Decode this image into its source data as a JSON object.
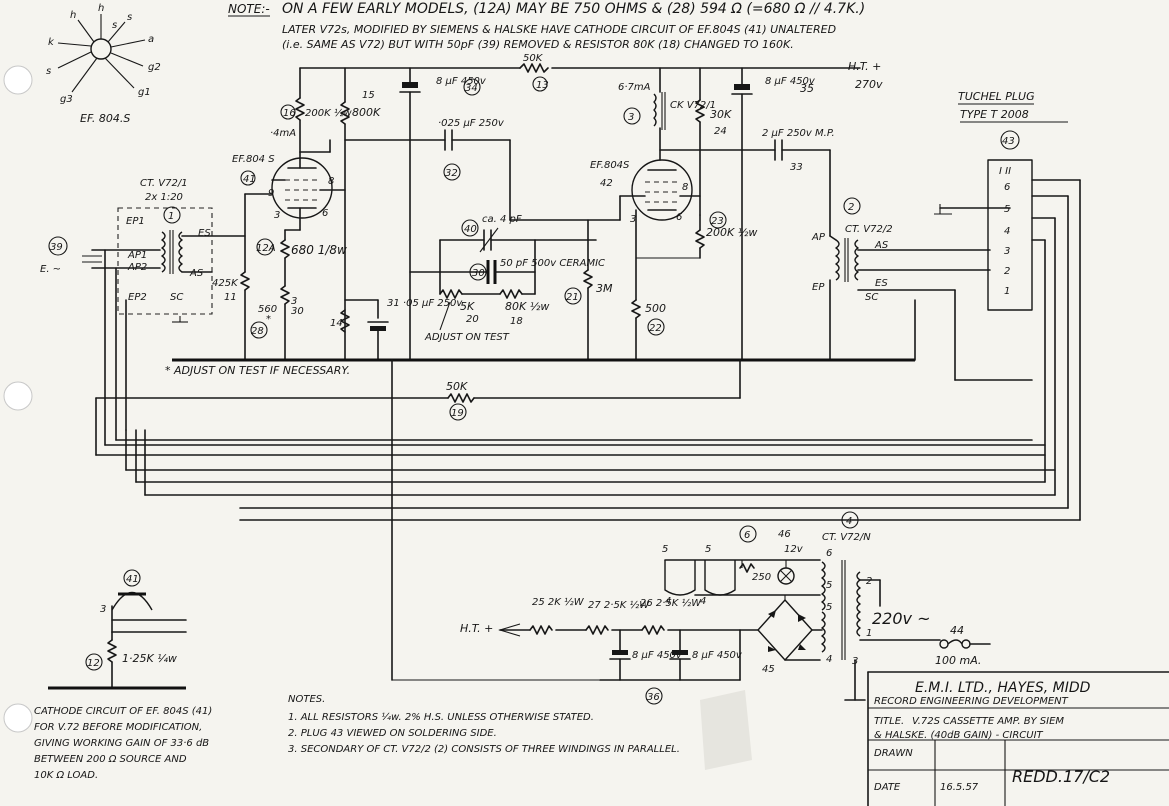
{
  "note_top": {
    "label": "NOTE:-",
    "line1": "ON A FEW EARLY MODELS, (12A) MAY BE 750 OHMS & (28) 594 Ω (=680 Ω // 4.7K.)",
    "line2": "LATER V72s, MODIFIED BY SIEMENS & HALSKE HAVE CATHODE CIRCUIT OF EF.804S (41) UNALTERED",
    "line3": "(i.e. SAME AS V72) BUT WITH 50pF (39) REMOVED & RESISTOR 80K (18) CHANGED TO 160K."
  },
  "pinout": {
    "caption": "EF. 804.S",
    "pins": [
      "h",
      "h",
      "k",
      "s",
      "a",
      "g2",
      "g3",
      "g1",
      "s",
      "s"
    ]
  },
  "supply_label": "H.T. +",
  "supply_voltage": "270v",
  "plug": {
    "title_1": "TUCHEL PLUG",
    "title_2": "TYPE T 2008",
    "ref": "43",
    "cols": "I  II",
    "pins": [
      "6",
      "5",
      "4",
      "3",
      "2",
      "1"
    ]
  },
  "components": {
    "c34": "8 μF 450v",
    "n34": "34",
    "r13": "50K",
    "n13": "13",
    "r16": "200K ½w",
    "n16": "16",
    "r15": "800K",
    "n15": "15",
    "current_v1": "·4mA",
    "c32": "·025 μF 250v",
    "n32": "32",
    "current_v2": "6·7mA",
    "l3_label": "CK V72/1",
    "n3": "3",
    "r24": "30K",
    "n24": "24",
    "c35": "8 μF 450v",
    "n35": "35",
    "c33": "2 μF 250v M.P.",
    "n33": "33",
    "tube1": "EF.804 S",
    "n41": "41",
    "tube2": "EF.804S",
    "n42": "42",
    "t1_label": "CT. V72/1",
    "t1_ratio": "2x 1:20",
    "n1": "1",
    "t1_pins": [
      "EP1",
      "AP1",
      "AP2",
      "EP2",
      "ES",
      "AS",
      "SC"
    ],
    "r12a": "680 1/8w",
    "n12a": "12A",
    "r425": "425K",
    "n11": "11",
    "r28": "560",
    "n28": "28",
    "r_three": "3",
    "r_three_sub": "30",
    "c31": "31 ·05 μF 250v",
    "n14": "14",
    "c40": "ca. 4 pF",
    "n40": "40",
    "c39": "50 pF 500v CERAMIC",
    "n39": "39",
    "r20": "5K",
    "n20": "20",
    "r18": "80K ½w",
    "n18": "18",
    "adjust": "ADJUST ON TEST",
    "r21": "3M",
    "n21": "21",
    "r23": "200K ½w",
    "n23": "23",
    "r22": "500",
    "n22": "22",
    "t2_label": "CT. V72/2",
    "n2": "2",
    "t2_pins": [
      "AP",
      "EP",
      "AS",
      "ES",
      "SC"
    ],
    "r19": "50K",
    "n19": "19",
    "footnote": "* ADJUST ON TEST IF NECESSARY.",
    "n30": "30"
  },
  "psu": {
    "n6": "6",
    "n46": "46",
    "lamp_v": "12v",
    "n4": "4",
    "t_label": "CT. V72/N",
    "pot": "250",
    "mains": "220v ~",
    "n44": "44",
    "fuse": "100 mA.",
    "n45": "45",
    "ht_label": "H.T. +",
    "r25": "25 2K ½W",
    "r27": "27 2·5K ½W",
    "r26": "26 2·5K ½W",
    "c_a": "8 μF 450v",
    "c_b": "8 μF 450v",
    "n36": "36",
    "pins_left": [
      "5",
      "5",
      "4",
      "4"
    ],
    "pins_right": [
      "6",
      "5",
      "5",
      "4",
      "2",
      "1",
      "3"
    ]
  },
  "cathode_detail": {
    "n41": "41",
    "pin": "3",
    "n12": "12",
    "r": "1·25K ¼w",
    "text_1": "CATHODE CIRCUIT OF EF. 804S (41)",
    "text_2": "FOR V.72 BEFORE MODIFICATION,",
    "text_3": "GIVING WORKING GAIN OF 33·6 dB",
    "text_4": "BETWEEN 200 Ω SOURCE AND",
    "text_5": "10K Ω LOAD."
  },
  "notes": {
    "title": "NOTES.",
    "n1": "1. ALL RESISTORS ¼w. 2% H.S. UNLESS OTHERWISE STATED.",
    "n2": "2. PLUG 43 VIEWED ON SOLDERING SIDE.",
    "n3": "3. SECONDARY OF CT. V72/2 (2) CONSISTS OF THREE WINDINGS IN PARALLEL."
  },
  "title_block": {
    "company": "E.M.I. LTD., HAYES, MIDD",
    "dept": "RECORD ENGINEERING DEVELOPMENT",
    "title_label": "TITLE.",
    "title": "V.72S CASSETTE AMP. BY SIEM",
    "title_2": "& HALSKE. (40dB GAIN) - CIRCUIT",
    "drawn": "DRAWN",
    "date": "DATE",
    "date_val": "16.5.57",
    "drawing_no": "REDD.17/C2"
  }
}
